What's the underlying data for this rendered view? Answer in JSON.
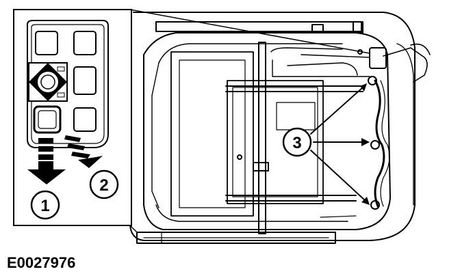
{
  "figure": {
    "id_label": "E0027976"
  },
  "callouts": [
    {
      "label": "1"
    },
    {
      "label": "2"
    },
    {
      "label": "3"
    }
  ],
  "icons": {
    "inset_switch_panel": "seat-control-switch-panel",
    "arrow_down": "arrow-down-icon",
    "arrow_diagonal": "arrow-diagonal-icon"
  },
  "colors": {
    "ink": "#000000",
    "background": "#ffffff"
  }
}
